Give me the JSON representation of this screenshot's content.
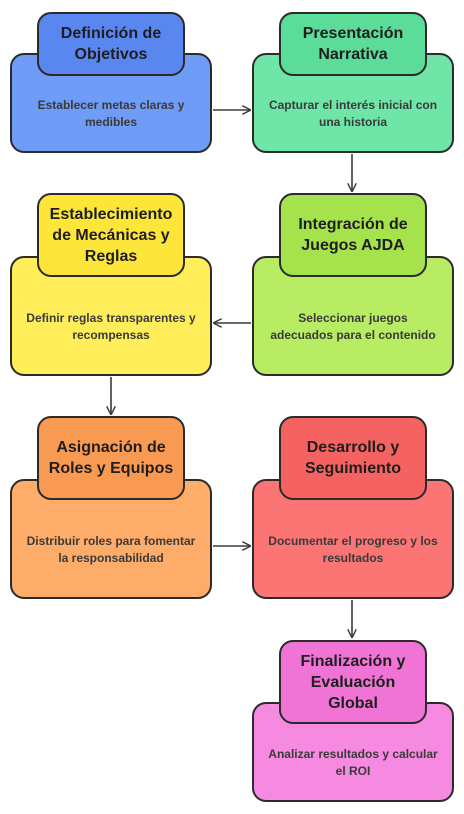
{
  "steps": [
    {
      "title": "Definición de Objetivos",
      "desc": "Establecer metas claras y medibles",
      "fill": "#6e9cf7",
      "title_fill": "#5a86ef"
    },
    {
      "title": "Presentación Narrativa",
      "desc": "Capturar el interés inicial con una historia",
      "fill": "#6fe6a8",
      "title_fill": "#5bdc98"
    },
    {
      "title": "Integración de Juegos AJDA",
      "desc": "Seleccionar juegos adecuados para el contenido",
      "fill": "#b7ec63",
      "title_fill": "#a6e24c"
    },
    {
      "title": "Establecimiento de Mecánicas y Reglas",
      "desc": "Definir reglas transparentes y recompensas",
      "fill": "#ffed5a",
      "title_fill": "#fde53a"
    },
    {
      "title": "Asignación de Roles y Equipos",
      "desc": "Distribuir roles para fomentar la responsabilidad",
      "fill": "#fdac6a",
      "title_fill": "#f99a52"
    },
    {
      "title": "Desarrollo y Seguimiento",
      "desc": "Documentar el progreso y los resultados",
      "fill": "#fb7575",
      "title_fill": "#f46262"
    },
    {
      "title": "Finalización y Evaluación Global",
      "desc": "Analizar resultados y calcular el ROI",
      "fill": "#f58ae0",
      "title_fill": "#ef74d6"
    }
  ]
}
